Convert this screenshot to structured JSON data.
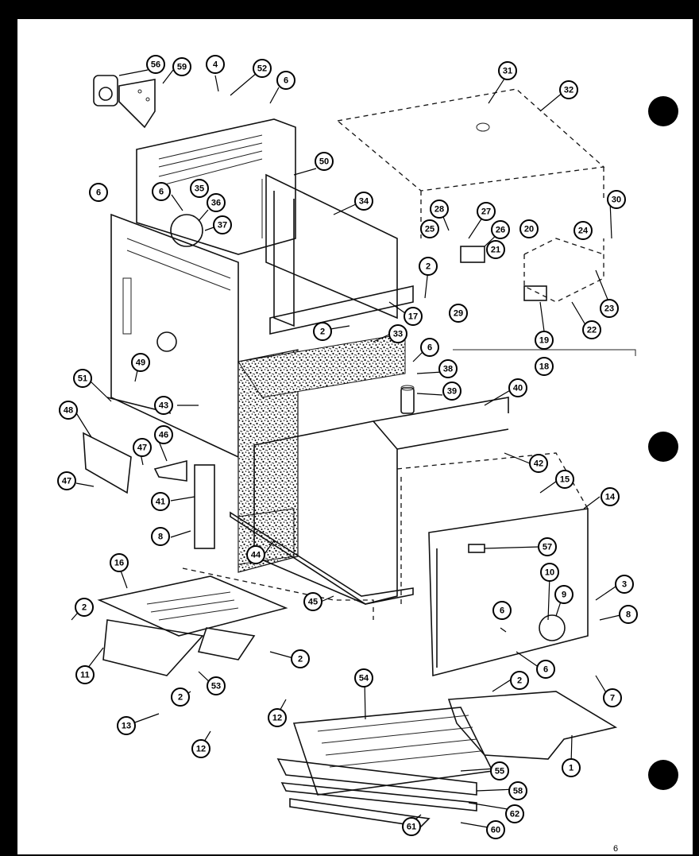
{
  "callouts": [
    {
      "label": "56"
    },
    {
      "label": "59"
    },
    {
      "label": "4"
    },
    {
      "label": "52"
    },
    {
      "label": "6"
    },
    {
      "label": "50"
    },
    {
      "label": "6"
    },
    {
      "label": "6"
    },
    {
      "label": "35"
    },
    {
      "label": "36"
    },
    {
      "label": "37"
    },
    {
      "label": "34"
    },
    {
      "label": "31"
    },
    {
      "label": "32"
    },
    {
      "label": "28"
    },
    {
      "label": "27"
    },
    {
      "label": "25"
    },
    {
      "label": "26"
    },
    {
      "label": "21"
    },
    {
      "label": "20"
    },
    {
      "label": "24"
    },
    {
      "label": "30"
    },
    {
      "label": "29"
    },
    {
      "label": "23"
    },
    {
      "label": "22"
    },
    {
      "label": "19"
    },
    {
      "label": "18"
    },
    {
      "label": "2"
    },
    {
      "label": "17"
    },
    {
      "label": "2"
    },
    {
      "label": "33"
    },
    {
      "label": "6"
    },
    {
      "label": "38"
    },
    {
      "label": "39"
    },
    {
      "label": "40"
    },
    {
      "label": "42"
    },
    {
      "label": "49"
    },
    {
      "label": "51"
    },
    {
      "label": "43"
    },
    {
      "label": "48"
    },
    {
      "label": "46"
    },
    {
      "label": "47"
    },
    {
      "label": "47"
    },
    {
      "label": "41"
    },
    {
      "label": "8"
    },
    {
      "label": "44"
    },
    {
      "label": "45"
    },
    {
      "label": "15"
    },
    {
      "label": "14"
    },
    {
      "label": "57"
    },
    {
      "label": "10"
    },
    {
      "label": "9"
    },
    {
      "label": "3"
    },
    {
      "label": "8"
    },
    {
      "label": "6"
    },
    {
      "label": "6"
    },
    {
      "label": "7"
    },
    {
      "label": "16"
    },
    {
      "label": "2"
    },
    {
      "label": "11"
    },
    {
      "label": "2"
    },
    {
      "label": "53"
    },
    {
      "label": "2"
    },
    {
      "label": "13"
    },
    {
      "label": "12"
    },
    {
      "label": "12"
    },
    {
      "label": "54"
    },
    {
      "label": "2"
    },
    {
      "label": "1"
    },
    {
      "label": "55"
    },
    {
      "label": "58"
    },
    {
      "label": "62"
    },
    {
      "label": "61"
    },
    {
      "label": "60"
    }
  ],
  "page_number": "6"
}
